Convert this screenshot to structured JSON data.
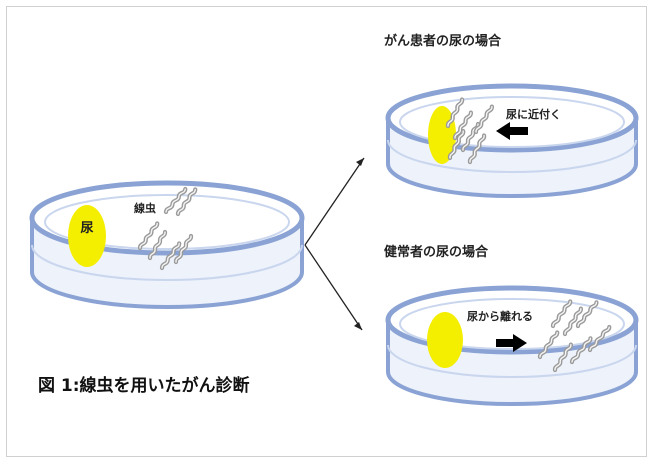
{
  "figure": {
    "caption": "図 1:線虫を用いたがん診断"
  },
  "left_dish": {
    "urine_label": "尿",
    "worm_label": "線虫"
  },
  "top_dish": {
    "title": "がん患者の尿の場合",
    "action_label": "尿に近付く"
  },
  "bottom_dish": {
    "title": "健常者の尿の場合",
    "action_label": "尿から離れる"
  },
  "colors": {
    "dish_rim": "#8aa3d4",
    "dish_fill": "#eef3fb",
    "urine": "#f4ee00",
    "worm": "#9a9a9a",
    "arrow": "#000000"
  }
}
